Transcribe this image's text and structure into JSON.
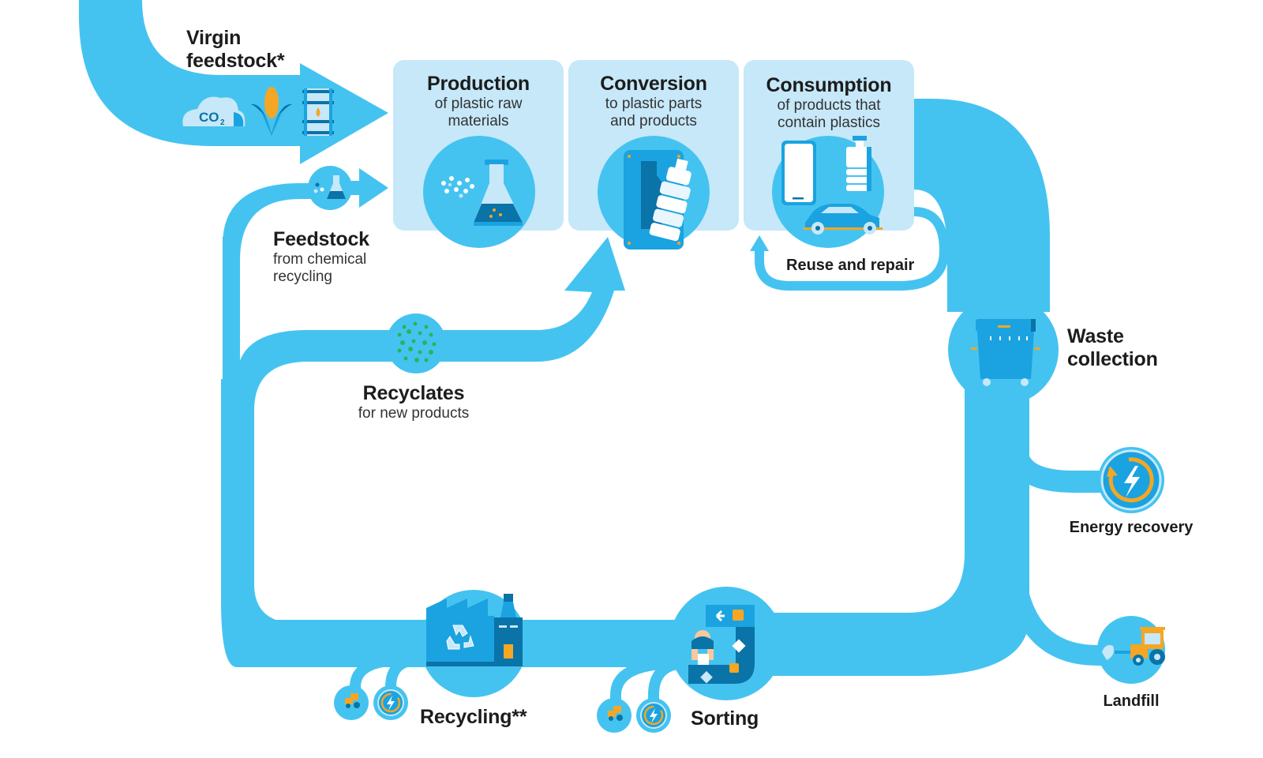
{
  "diagram": {
    "title": "Plastics circular economy flow",
    "colors": {
      "flow": "#45c3f0",
      "box": "#c6e8f9",
      "icon_dark": "#0a73a8",
      "icon_mid": "#1aa3e0",
      "accent_orange": "#f5a623",
      "accent_green": "#2bb35b",
      "text": "#1c1c1c"
    },
    "nodes": {
      "virgin_feedstock": {
        "title_line1": "Virgin",
        "title_line2": "feedstock*",
        "icons": [
          "co2-cloud-icon",
          "corn-icon",
          "oil-barrel-icon"
        ],
        "co2_text": "CO",
        "co2_sub": "2"
      },
      "production": {
        "title": "Production",
        "sub_line1": "of plastic raw",
        "sub_line2": "materials",
        "icon": "flask-pellets-icon"
      },
      "conversion": {
        "title": "Conversion",
        "sub_line1": "to plastic parts",
        "sub_line2": "and products",
        "icon": "bottle-mold-icon"
      },
      "consumption": {
        "title": "Consumption",
        "sub_line1": "of products that",
        "sub_line2": "contain plastics",
        "icon": "phone-bottle-car-icon"
      },
      "reuse_repair": {
        "title": "Reuse and repair"
      },
      "waste_collection": {
        "title_line1": "Waste",
        "title_line2": "collection",
        "icon": "waste-bin-icon"
      },
      "energy_recovery": {
        "title": "Energy recovery",
        "icon": "energy-recovery-icon"
      },
      "landfill": {
        "title": "Landfill",
        "icon": "bulldozer-icon"
      },
      "sorting": {
        "title": "Sorting",
        "icon": "sorting-conveyor-icon"
      },
      "recycling": {
        "title": "Recycling**",
        "icon": "recycling-factory-icon"
      },
      "recyclates": {
        "title": "Recyclates",
        "sub": "for new products",
        "icon": "green-pellets-icon"
      },
      "feedstock_chemical": {
        "title": "Feedstock",
        "sub_line1": "from chemical",
        "sub_line2": "recycling",
        "icon": "chemical-flask-icon"
      }
    }
  }
}
